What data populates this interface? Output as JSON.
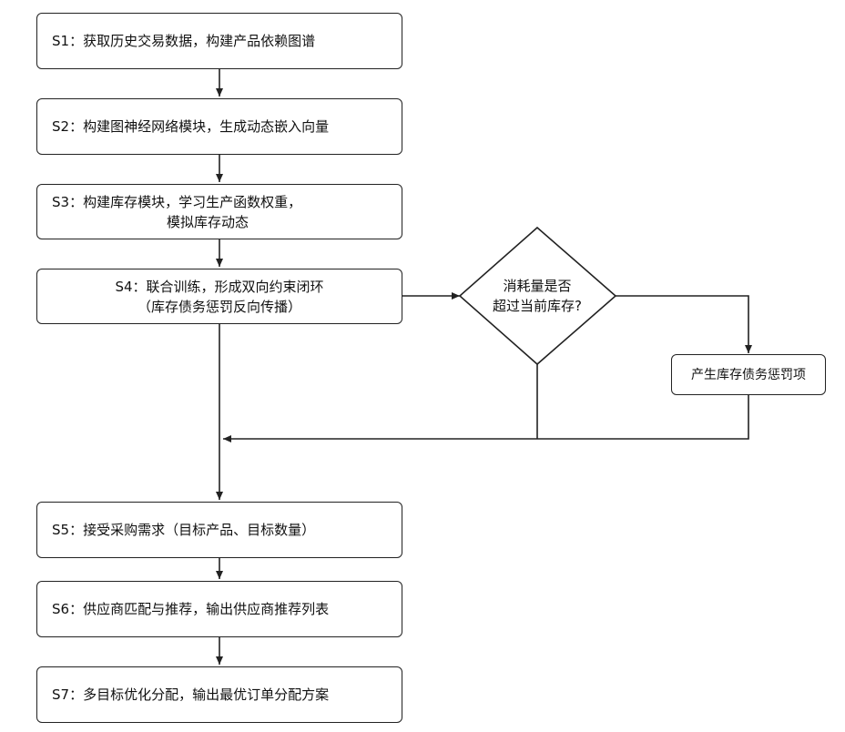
{
  "steps": {
    "s1": {
      "line1": "S1：获取历史交易数据，构建产品依赖图谱"
    },
    "s2": {
      "line1": "S2：构建图神经网络模块，生成动态嵌入向量"
    },
    "s3": {
      "line1": "S3：构建库存模块，学习生产函数权重，",
      "line2": "模拟库存动态"
    },
    "s4": {
      "line1": "S4：联合训练，形成双向约束闭环",
      "line2": "（库存债务惩罚反向传播）"
    },
    "s5": {
      "line1": "S5：接受采购需求（目标产品、目标数量）"
    },
    "s6": {
      "line1": "S6：供应商匹配与推荐，输出供应商推荐列表"
    },
    "s7": {
      "line1": "S7：多目标优化分配，输出最优订单分配方案"
    }
  },
  "decision": {
    "line1": "消耗量是否",
    "line2": "超过当前库存?"
  },
  "penalty": {
    "line1": "产生库存债务惩罚项"
  }
}
